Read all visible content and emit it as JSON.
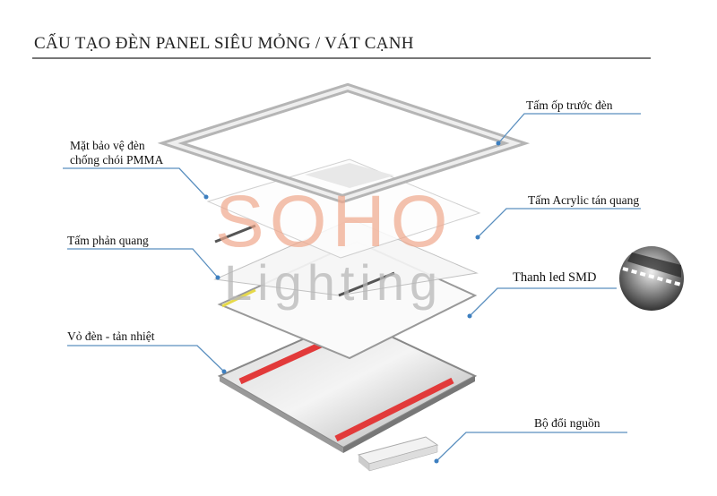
{
  "title": "CẤU TẠO ĐÈN PANEL SIÊU MỎNG / VÁT CẠNH",
  "watermark": {
    "brand": "SOHO",
    "sub": "Lighting"
  },
  "labels": {
    "front_frame": "Tấm ốp trước đèn",
    "pmma_line1": "Mặt bảo vệ đèn",
    "pmma_line2": "chống chói PMMA",
    "reflector": "Tấm phản quang",
    "acrylic": "Tấm Acrylic tán quang",
    "led_bar": "Thanh led SMD",
    "housing": "Vỏ đèn - tản nhiệt",
    "driver": "Bộ đổi nguồn"
  },
  "colors": {
    "callout": "#5a8fbf",
    "strip": "#e23a3a",
    "watermark": "#f3b9a2"
  }
}
